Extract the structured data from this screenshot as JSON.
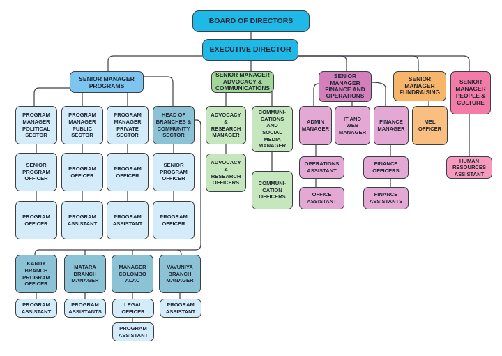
{
  "title": "Organization Chart",
  "colors": {
    "board": "#1fb9e8",
    "programs": "#7dc4ef",
    "advocacy": "#a3d69a",
    "finance": "#d27fbb",
    "fundraising": "#f7b56a",
    "people": "#f27ba8",
    "branches": "#8cc2d6"
  },
  "nodes": [
    {
      "id": "board",
      "label": "BOARD OF DIRECTORS",
      "group": "top"
    },
    {
      "id": "exec",
      "label": "EXECUTIVE DIRECTOR",
      "group": "top"
    },
    {
      "id": "sm_prog",
      "label": "SENIOR MANAGER\nPROGRAMS",
      "group": "g-prog"
    },
    {
      "id": "sm_adv",
      "label": "SENIOR MANAGER\nADVOCACY &\nCOMMUNICATIONS",
      "group": "g-adv-h"
    },
    {
      "id": "sm_fin",
      "label": "SENIOR\nMANAGER\nFINANCE AND\nOPERATIONS",
      "group": "g-fin-h"
    },
    {
      "id": "sm_fund",
      "label": "SENIOR\nMANAGER\nFUNDRAISING",
      "group": "g-fund-h"
    },
    {
      "id": "sm_ppl",
      "label": "SENIOR\nMANAGER\nPEOPLE &\nCULTURE",
      "group": "g-ppl-h"
    },
    {
      "id": "pm_pol",
      "label": "PROGRAM\nMANAGER\nPOLITICAL\nSECTOR",
      "group": "g-lb"
    },
    {
      "id": "pm_pub",
      "label": "PROGRAM\nMANAGER\nPUBLIC\nSECTOR",
      "group": "g-lb"
    },
    {
      "id": "pm_pri",
      "label": "PROGRAM\nMANAGER\nPRIVATE\nSECTOR",
      "group": "g-lb"
    },
    {
      "id": "head_br",
      "label": "HEAD OF\nBRANCHES &\nCOMMUNITY\nSECTOR",
      "group": "g-teal"
    },
    {
      "id": "spo_1",
      "label": "SENIOR\nPROGRAM\nOFFICER",
      "group": "g-lb"
    },
    {
      "id": "po_2",
      "label": "PROGRAM\nOFFICER",
      "group": "g-lb"
    },
    {
      "id": "po_3",
      "label": "PROGRAM\nOFFICER",
      "group": "g-lb"
    },
    {
      "id": "spo_4",
      "label": "SENIOR\nPROGRAM\nOFFICER",
      "group": "g-lb"
    },
    {
      "id": "po_1b",
      "label": "PROGRAM\nOFFICER",
      "group": "g-lb"
    },
    {
      "id": "pa_2",
      "label": "PROGRAM\nASSISTANT",
      "group": "g-lb"
    },
    {
      "id": "pa_3",
      "label": "PROGRAM\nASSISTANT",
      "group": "g-lb"
    },
    {
      "id": "po_4b",
      "label": "PROGRAM\nOFFICER",
      "group": "g-lb"
    },
    {
      "id": "kandy",
      "label": "KANDY\nBRANCH\nPROGRAM\nOFFICER",
      "group": "g-teal"
    },
    {
      "id": "matara",
      "label": "MATARA\nBRANCH\nMANAGER",
      "group": "g-teal"
    },
    {
      "id": "colombo",
      "label": "MANAGER\nCOLOMBO\nALAC",
      "group": "g-teal"
    },
    {
      "id": "vavuniya",
      "label": "VAVUNIYA\nBRANCH\nMANAGER",
      "group": "g-teal"
    },
    {
      "id": "kandy_pa",
      "label": "PROGRAM\nASSISTANT",
      "group": "g-lb"
    },
    {
      "id": "matara_pa",
      "label": "PROGRAM\nASSISTANTS",
      "group": "g-lb"
    },
    {
      "id": "legal",
      "label": "LEGAL\nOFFICER",
      "group": "g-lb"
    },
    {
      "id": "vav_pa",
      "label": "PROGRAM\nASSISTANT",
      "group": "g-lb"
    },
    {
      "id": "colombo_pa",
      "label": "PROGRAM\nASSISTANT",
      "group": "g-lb"
    },
    {
      "id": "adv_mgr",
      "label": "ADVOCACY\n&\nRESEARCH\nMANAGER",
      "group": "g-adv"
    },
    {
      "id": "adv_off",
      "label": "ADVOCACY\n&\nRESEARCH\nOFFICERS",
      "group": "g-adv"
    },
    {
      "id": "comm_mgr",
      "label": "COMMUNI-\nCATIONS\nAND\nSOCIAL\nMEDIA\nMANAGER",
      "group": "g-adv"
    },
    {
      "id": "comm_off",
      "label": "COMMUNI-\nCATION\nOFFICERS",
      "group": "g-adv"
    },
    {
      "id": "admin",
      "label": "ADMIN\nMANAGER",
      "group": "g-fin"
    },
    {
      "id": "itweb",
      "label": "IT AND\nWEB\nMANAGER",
      "group": "g-fin"
    },
    {
      "id": "fin_mgr",
      "label": "FINANCE\nMANAGER",
      "group": "g-fin"
    },
    {
      "id": "ops_asst",
      "label": "OPERATIONS\nASSISTANT",
      "group": "g-fin"
    },
    {
      "id": "office_asst",
      "label": "OFFICE\nASSISTANT",
      "group": "g-fin"
    },
    {
      "id": "fin_off",
      "label": "FINANCE\nOFFICERS",
      "group": "g-fin"
    },
    {
      "id": "fin_asst",
      "label": "FINANCE\nASSISTANTS",
      "group": "g-fin"
    },
    {
      "id": "mel",
      "label": "MEL\nOFFICER",
      "group": "g-fund"
    },
    {
      "id": "hr_asst",
      "label": "HUMAN\nRESOURCES\nASSISTANT",
      "group": "g-ppl"
    }
  ]
}
